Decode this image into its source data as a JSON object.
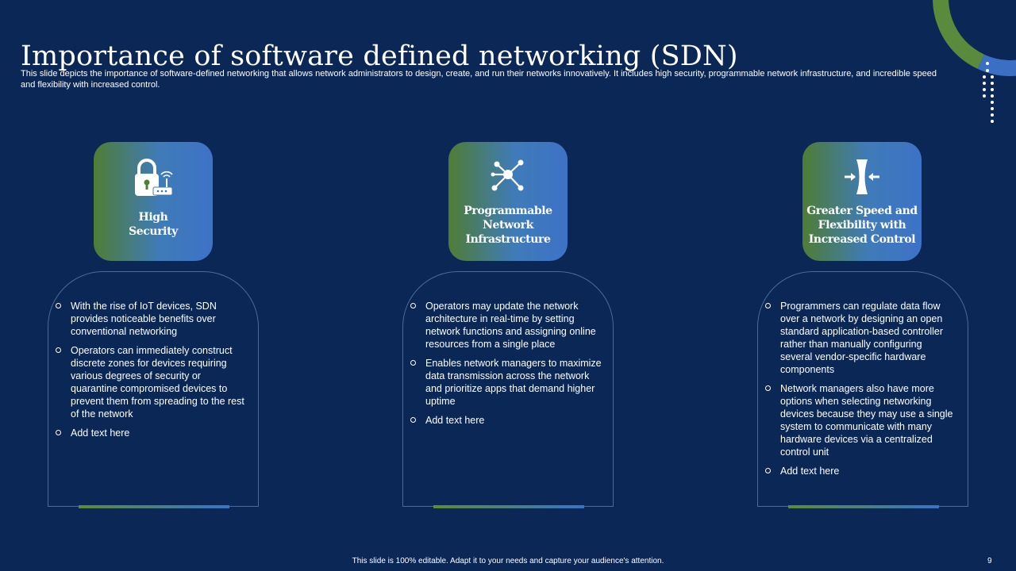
{
  "slide": {
    "title": "Importance of software defined networking (SDN)",
    "subtitle": "This slide depicts the importance of software-defined networking that allows network administrators to design, create, and run their networks innovatively. It includes high security, programmable network infrastructure, and incredible speed and flexibility with increased control.",
    "footer": "This slide is 100% editable. Adapt it to your needs and capture your audience's attention.",
    "page_number": "9"
  },
  "colors": {
    "background": "#0b2756",
    "card_gradient_start": "#4f7d35",
    "card_gradient_end": "#3d72c6",
    "panel_border": "#4b6a96"
  },
  "columns": [
    {
      "icon": "lock-router-icon",
      "title": "High\nSecurity",
      "bullets": [
        "With the rise of IoT devices, SDN provides noticeable benefits over conventional networking",
        "Operators can immediately construct discrete zones for devices requiring various degrees of security or quarantine compromised devices to prevent them from spreading to the rest of the network",
        "Add text here"
      ]
    },
    {
      "icon": "network-hub-icon",
      "title": "Programmable\nNetwork\nInfrastructure",
      "bullets": [
        "Operators may update the network architecture in real-time by setting network functions and assigning online resources from a single place",
        "Enables network managers to maximize data transmission across the network and prioritize apps that demand higher uptime",
        "Add text here"
      ]
    },
    {
      "icon": "compress-arrows-icon",
      "title": "Greater Speed and\nFlexibility with\nIncreased Control",
      "bullets": [
        "Programmers can regulate data flow over a network by designing an open standard application-based controller rather than manually configuring several vendor-specific hardware components",
        "Network managers also have more options when selecting networking devices because they may use a single system to communicate with many hardware devices via a centralized control unit",
        "Add text here"
      ]
    }
  ]
}
